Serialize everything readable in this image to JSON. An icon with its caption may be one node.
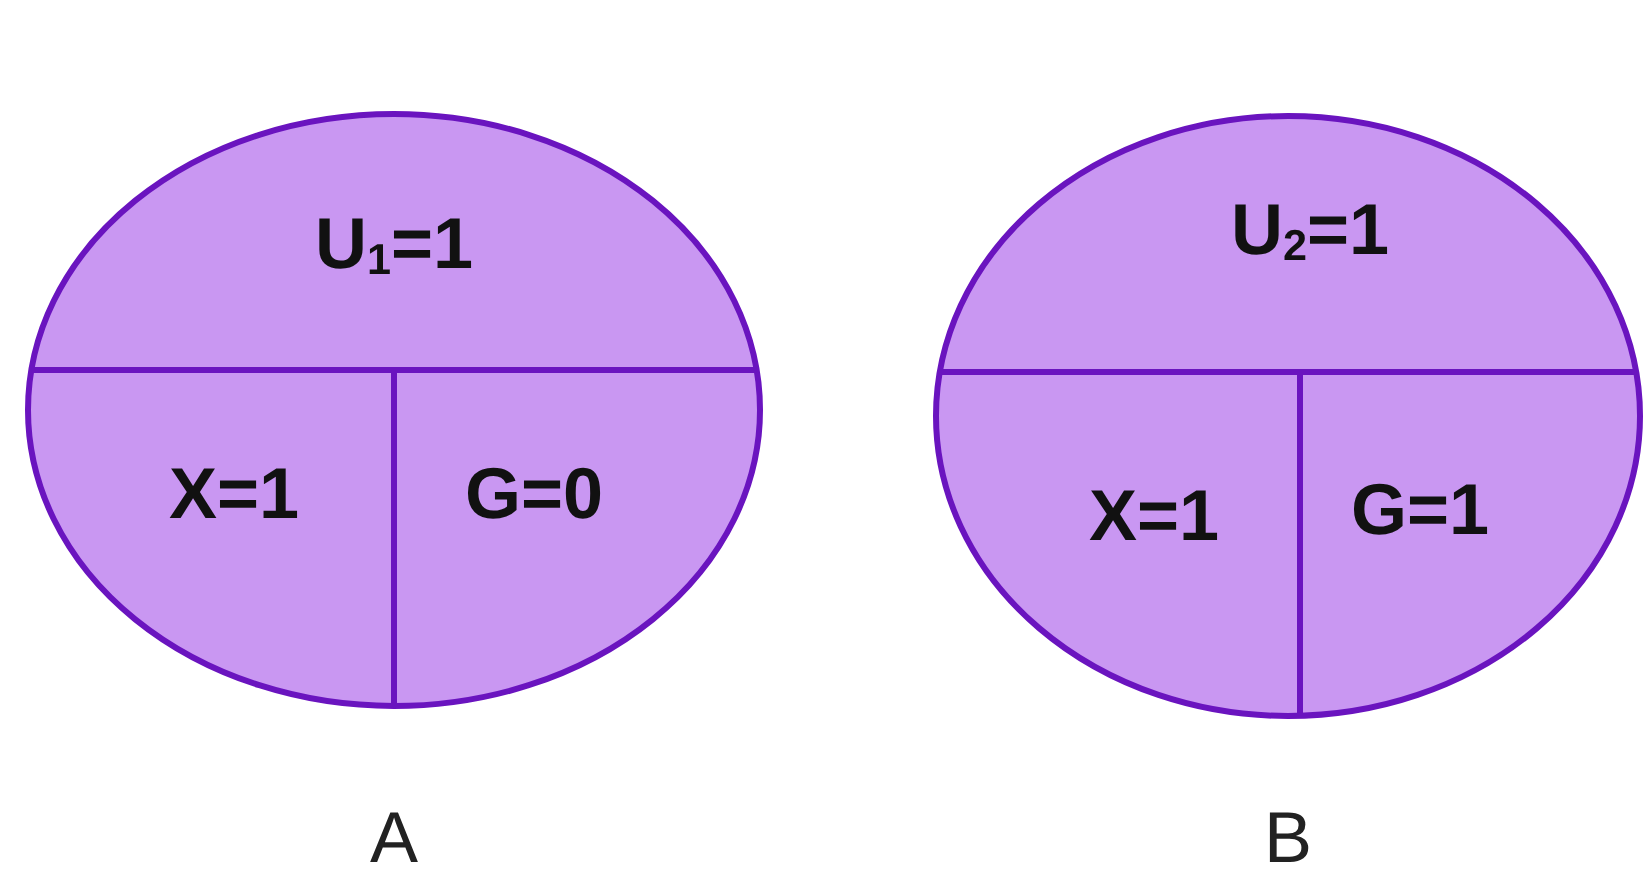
{
  "diagram": {
    "nodes": [
      {
        "text": [],
        "shape": "circle",
        "beside": [
          "A"
        ]
      },
      {
        "text": [
          "U$_{1}$=1"
        ],
        "in": 0
      },
      {
        "text": [
          "X=1"
        ],
        "in": 0
      },
      {
        "text": [
          "G=0"
        ],
        "in": 0
      },
      {
        "text": [],
        "shape": "circle",
        "beside": [
          "B"
        ]
      },
      {
        "text": [
          "U$_{2}$=1"
        ],
        "in": 4
      },
      {
        "text": [
          "X=1"
        ],
        "in": 4
      },
      {
        "text": [
          "G=1"
        ],
        "in": 4
      }
    ]
  }
}
